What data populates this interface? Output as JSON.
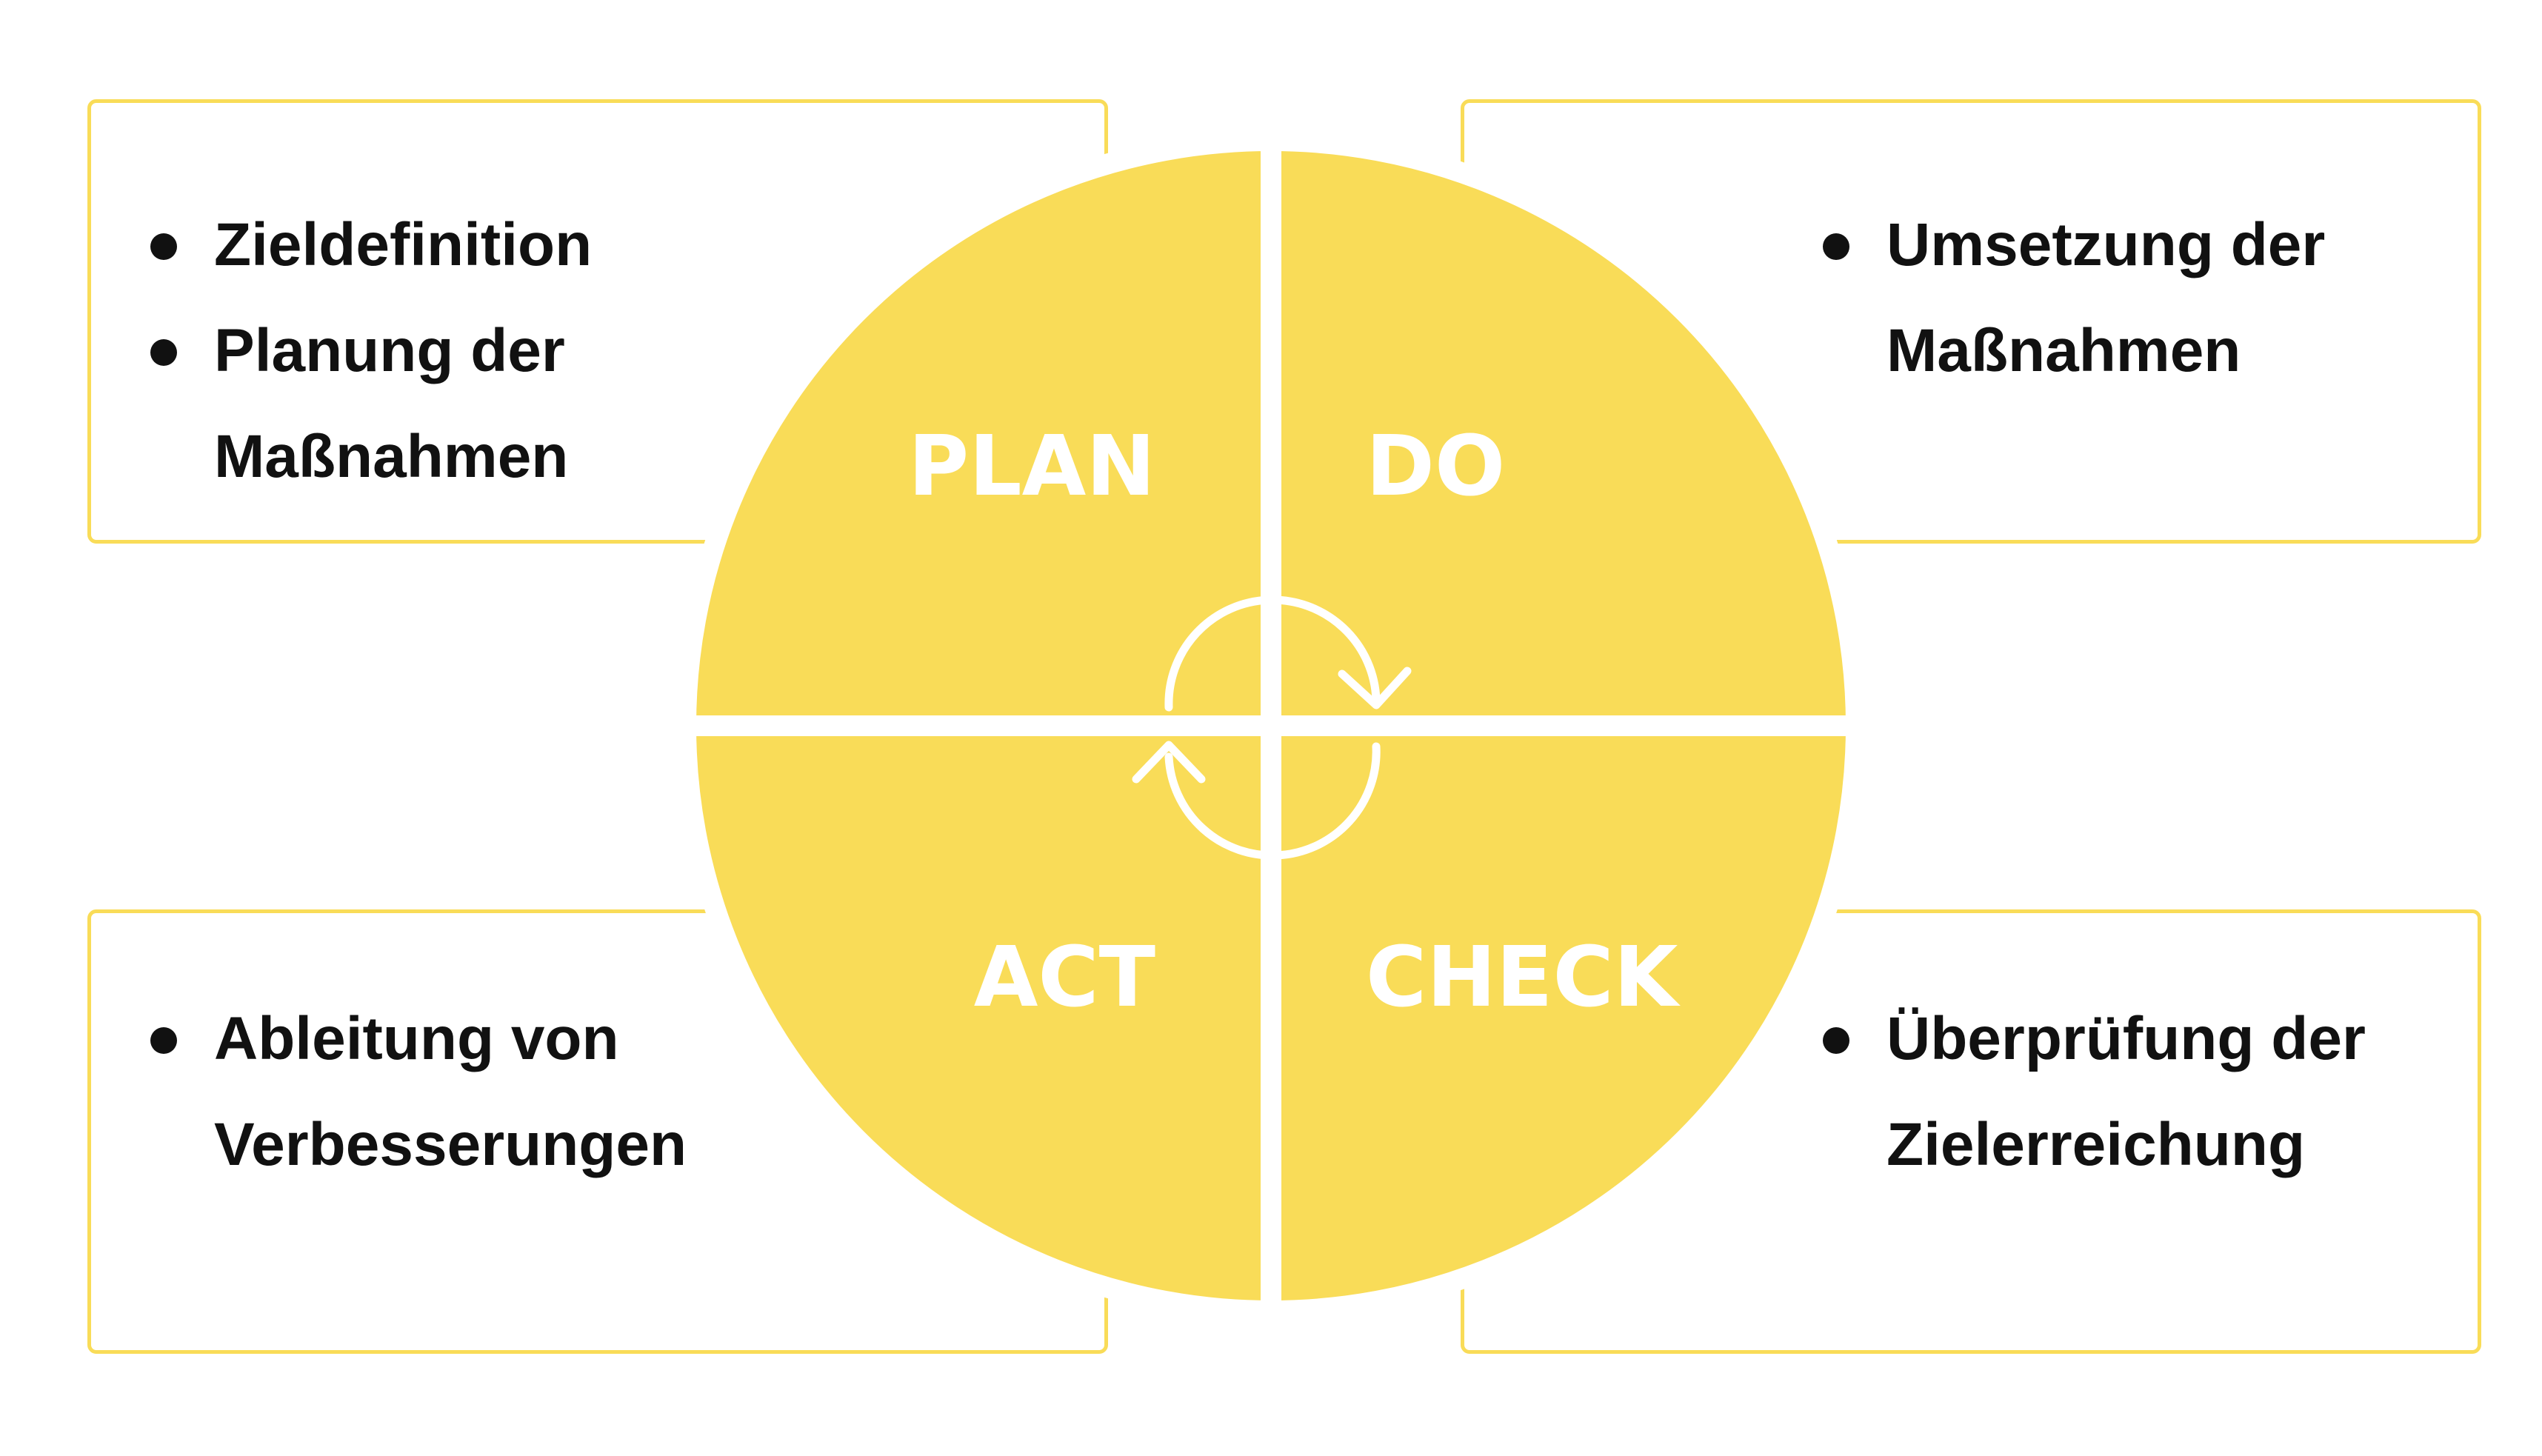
{
  "colors": {
    "accent": "#f9dc58",
    "text": "#111111",
    "label": "#ffffff"
  },
  "quadrants": {
    "plan": {
      "label": "PLAN",
      "bullets": [
        "Zieldefinition",
        "Planung der Maßnahmen"
      ]
    },
    "do": {
      "label": "DO",
      "bullets": [
        "Umsetzung der Maßnahmen"
      ]
    },
    "check": {
      "label": "CHECK",
      "bullets": [
        "Überprüfung der Zielerreichung"
      ]
    },
    "act": {
      "label": "ACT",
      "bullets": [
        "Ableitung von Verbesserungen"
      ]
    }
  },
  "center_icon": "cycle-arrows-icon"
}
